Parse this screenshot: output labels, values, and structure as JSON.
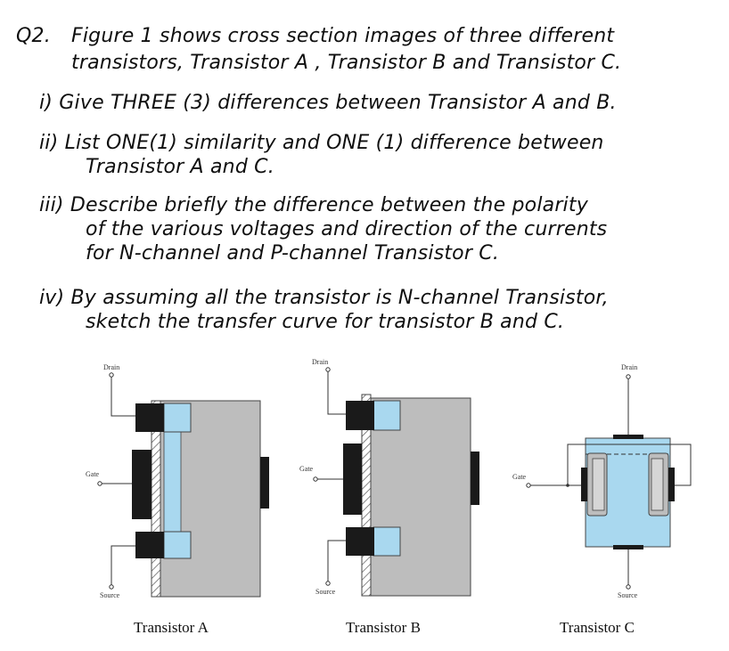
{
  "question": {
    "number": "Q2.",
    "intro_line1": "Figure 1 shows cross section images of three different",
    "intro_line2": "transistors, Transistor A , Transistor B and Transistor C.",
    "parts": [
      {
        "lines": [
          "i)  Give THREE (3) differences between Transistor A and B."
        ]
      },
      {
        "lines": [
          "ii)  List ONE(1) similarity and ONE (1) difference between",
          "Transistor A and C."
        ]
      },
      {
        "lines": [
          "iii) Describe briefly the difference between the polarity",
          "of the various voltages and direction of the currents",
          "for N-channel and P-channel Transistor C."
        ]
      },
      {
        "lines": [
          "iv) By assuming all the transistor is N-channel Transistor,",
          "sketch the transfer curve for transistor B and C."
        ]
      }
    ]
  },
  "figure": {
    "terminals": {
      "drain": "Drain",
      "gate": "Gate",
      "source": "Source"
    },
    "captions": [
      "Transistor A",
      "Transistor B",
      "Transistor C"
    ],
    "colors": {
      "substrate": "#bdbdbd",
      "channel": "#a9d8ef",
      "contact": "#1a1a1a",
      "oxide_hatch": "#555555"
    }
  }
}
